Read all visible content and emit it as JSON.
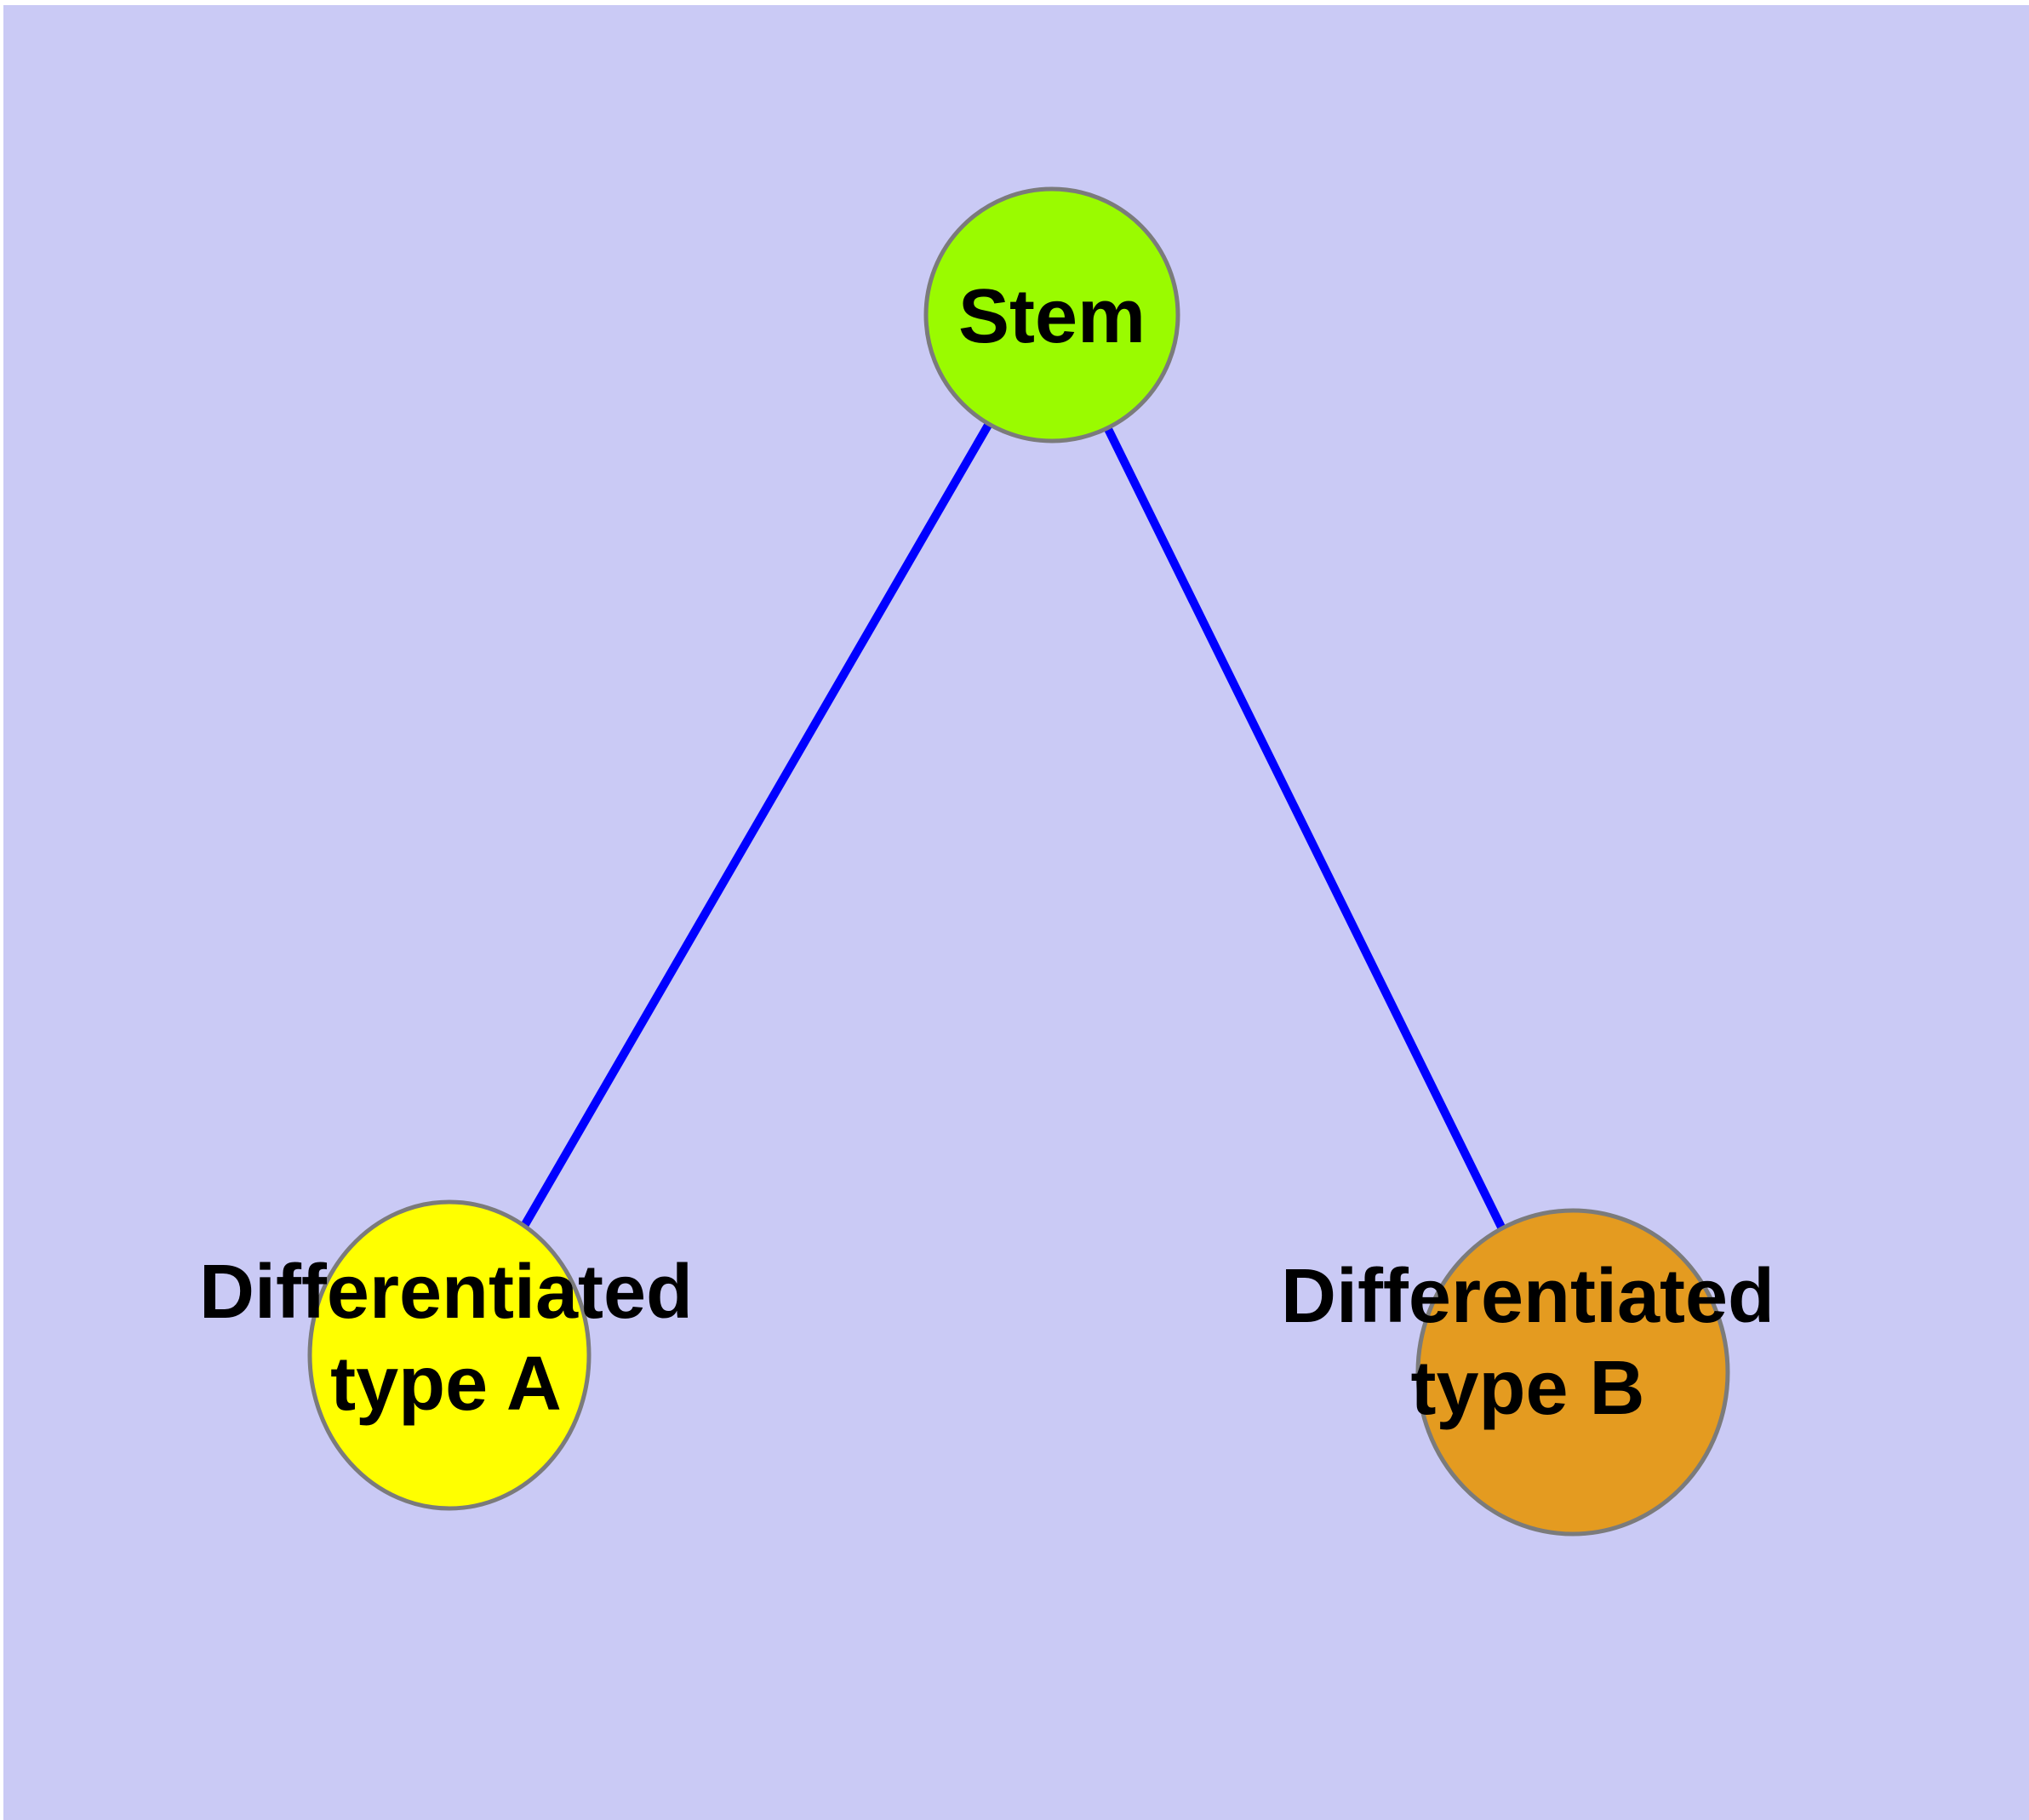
{
  "diagram": {
    "background_color": "#CACAF5",
    "frame_color": "#FFFFFF",
    "node_style": {
      "stroke_color": "#7B7B7B"
    },
    "edge_style": {
      "color": "#0000FF"
    },
    "nodes": {
      "stem": {
        "label": "Stem",
        "fill": "#9AFB00"
      },
      "type_a": {
        "label": "Differentiated type A",
        "label_line1": "Differentiated",
        "label_line2": "type A",
        "fill": "#FFFF00"
      },
      "type_b": {
        "label": "Differentiated type B",
        "label_line1": "Differentiated",
        "label_line2": "type B",
        "fill": "#E49B20"
      }
    },
    "edges": [
      {
        "from": "Stem",
        "to": "Differentiated type A"
      },
      {
        "from": "Stem",
        "to": "Differentiated type B"
      }
    ]
  }
}
